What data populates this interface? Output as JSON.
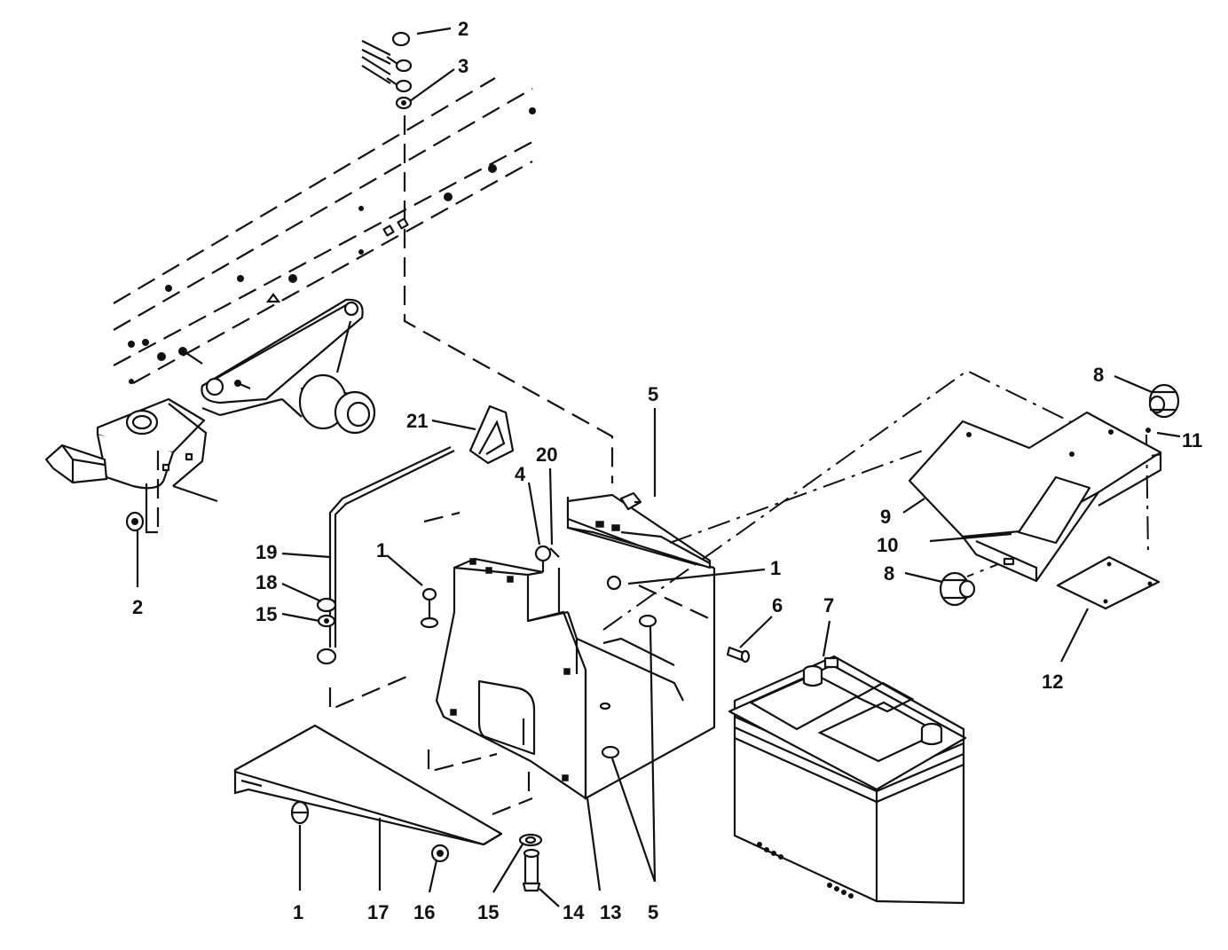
{
  "callouts": {
    "c_2_top": "2",
    "c_3_top": "3",
    "c_2_left": "2",
    "c_21": "21",
    "c_5_top": "5",
    "c_4": "4",
    "c_20": "20",
    "c_19": "19",
    "c_18": "18",
    "c_15_left": "15",
    "c_1_mid": "1",
    "c_1_right": "1",
    "c_6": "6",
    "c_7": "7",
    "c_8_top": "8",
    "c_11": "11",
    "c_9": "9",
    "c_10": "10",
    "c_8_mid": "8",
    "c_12": "12",
    "c_1_bottom": "1",
    "c_17": "17",
    "c_16": "16",
    "c_15_bottom": "15",
    "c_14": "14",
    "c_13": "13",
    "c_5_bottom": "5"
  }
}
